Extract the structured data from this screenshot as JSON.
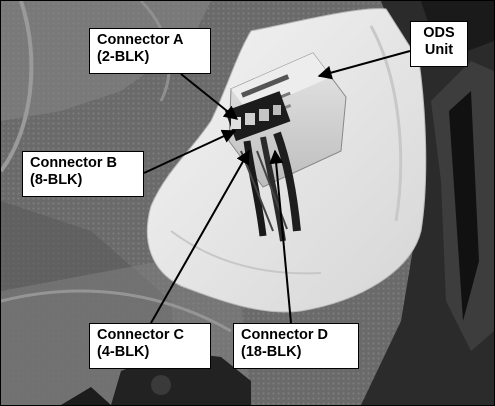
{
  "callouts": {
    "connector_a": {
      "line1": "Connector A",
      "line2": "(2-BLK)"
    },
    "connector_b": {
      "line1": "Connector B",
      "line2": "(8-BLK)"
    },
    "connector_c": {
      "line1": "Connector C",
      "line2": "(4-BLK)"
    },
    "connector_d": {
      "line1": "Connector D",
      "line2": "(18-BLK)"
    },
    "ods_unit": {
      "line1": "ODS",
      "line2": "Unit"
    }
  },
  "colors": {
    "callout_bg": "#ffffff",
    "callout_border": "#000000",
    "leader_line": "#000000"
  }
}
